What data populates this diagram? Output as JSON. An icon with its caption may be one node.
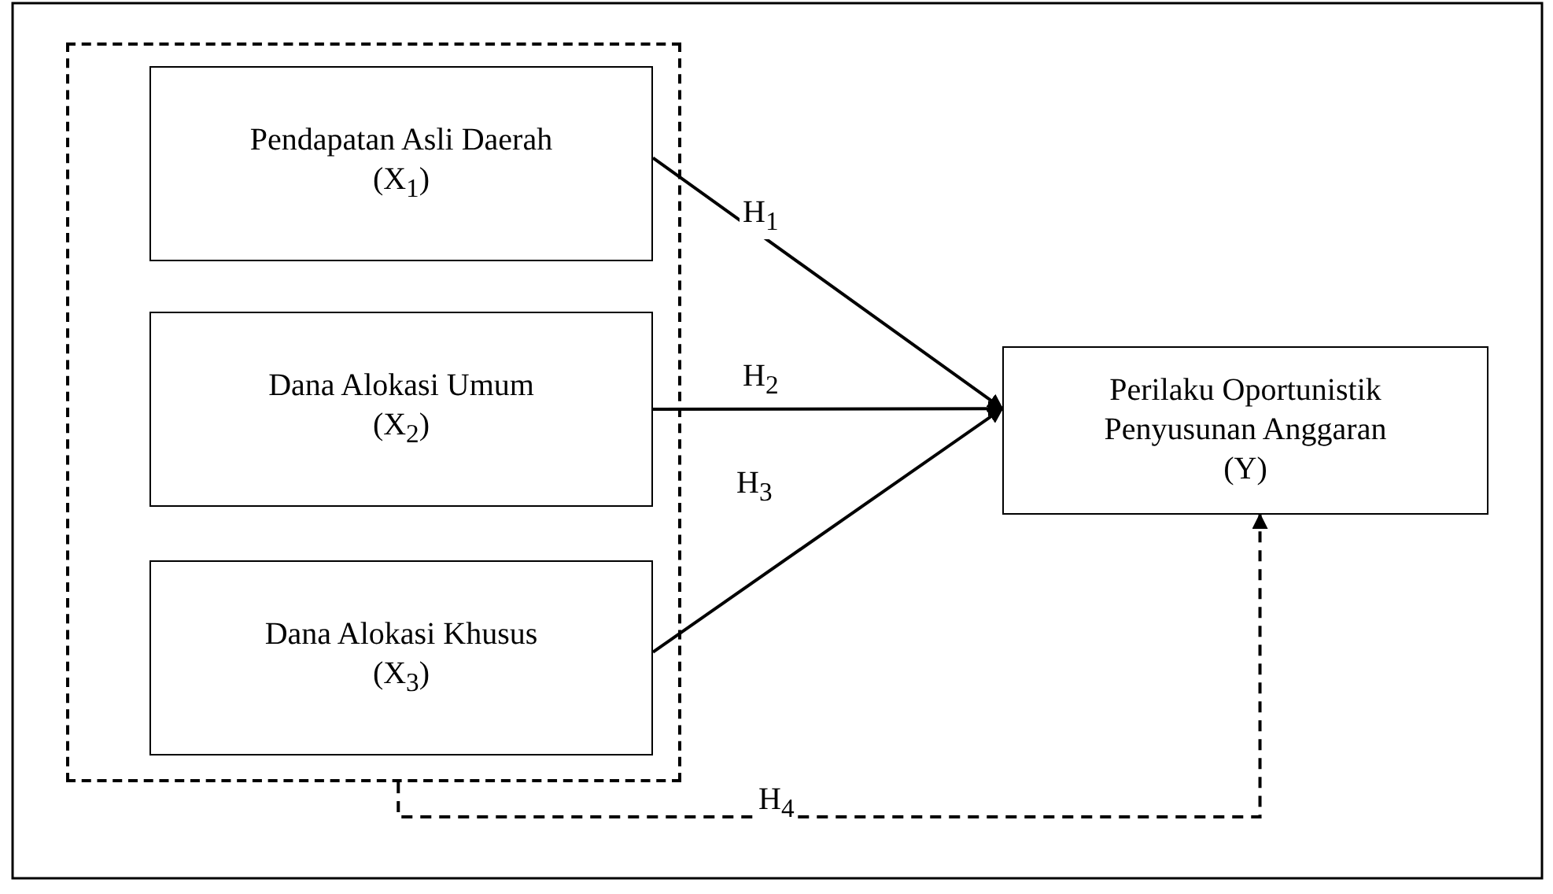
{
  "diagram": {
    "nodes": [
      {
        "text": [],
        "shape": "box"
      },
      {
        "text": [
          "Pendapatan Asli Daerah",
          "(X$_{1}$)"
        ],
        "in": 0
      },
      {
        "text": [
          "Dana Alokasi Umum",
          "(X$_{2}$)"
        ],
        "in": 0
      },
      {
        "text": [
          "Dana Alokasi Khusus",
          "(X$_{3}$)"
        ],
        "in": 0
      },
      {
        "text": [
          "Perilaku Oportunistik Penyusunan Anggaran",
          "(Y)"
        ]
      }
    ],
    "edges": [
      {
        "from": 1,
        "to": 4,
        "arrow": "to",
        "label": "H$_{1}$"
      },
      {
        "from": 2,
        "to": 4,
        "arrow": "to",
        "label": "H$_{2}$"
      },
      {
        "from": 3,
        "to": 4,
        "arrow": "to",
        "label": "H$_{3}$"
      },
      {
        "from": 0,
        "to": 4,
        "arrow": "to",
        "label": "H$_{4}$",
        "style": "dashed"
      }
    ]
  }
}
